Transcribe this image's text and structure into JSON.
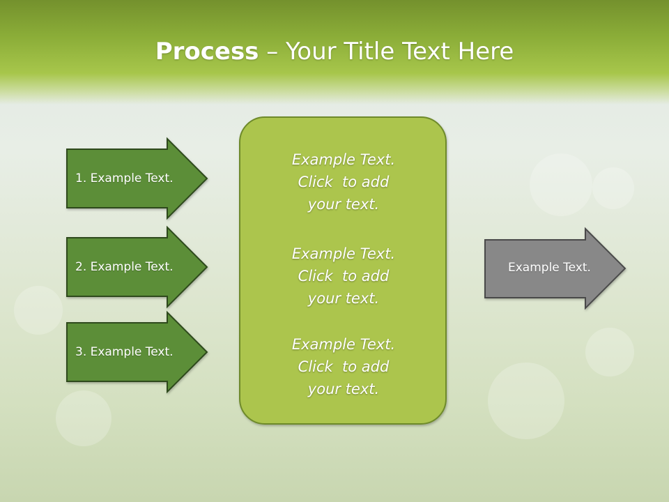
{
  "title": {
    "bold": "Process",
    "rest": " – Your Title Text Here"
  },
  "steps": [
    {
      "label": "1. Example Text."
    },
    {
      "label": "2. Example Text."
    },
    {
      "label": "3. Example Text."
    }
  ],
  "center_box": {
    "blocks": [
      {
        "lines": [
          "Example Text.",
          "Click  to add",
          "your text."
        ]
      },
      {
        "lines": [
          "Example Text.",
          "Click  to add",
          "your text."
        ]
      },
      {
        "lines": [
          "Example Text.",
          "Click  to add",
          "your text."
        ]
      }
    ]
  },
  "output": {
    "label": "Example Text."
  },
  "colors": {
    "step_fill": "#5c8e37",
    "step_stroke": "#2d4a1c",
    "center_fill": "#acc54e",
    "center_stroke": "#6e8a2c",
    "output_fill": "#888888",
    "output_stroke": "#4a4a4a"
  }
}
